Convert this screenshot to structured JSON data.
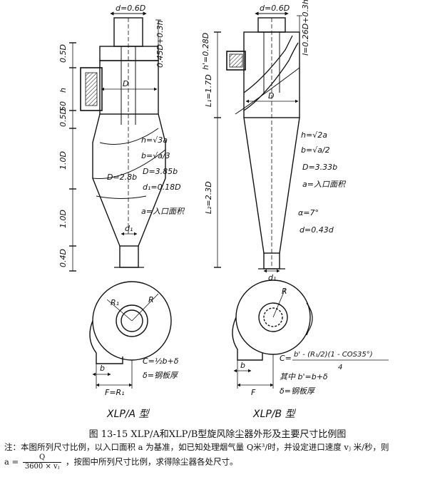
{
  "figure": {
    "caption": "图 13-15  XLP/A和XLP/B型旋风除尘器外形及主要尺寸比例图",
    "note_prefix": "注：本图所列尺寸比例，以入口面积 a 为基准，如已知处理烟气量 Q米³/时，并设定进口速度 vⱼ 米/秒，则",
    "note_eq_lhs": "a =",
    "note_frac_num": "Q",
    "note_frac_den": "3600 × vⱼ",
    "note_suffix": "，按图中所列尺寸比例，求得除尘器各处尺寸。"
  },
  "model_a": {
    "label": "XLP/A 型",
    "top_dim": "d=0.6D",
    "side_dim": "0.45D+0.3h",
    "left_dims": [
      "0.5D",
      "h",
      "0.5D",
      "50",
      "1.0D",
      "1.0D",
      "0.4D"
    ],
    "body_label": "D",
    "inner_label": "D=2.8b",
    "outlet_label": "d₁",
    "formulas": [
      "h=√3a",
      "b=√a/3",
      "D=3.85b",
      "d₁=0.18D",
      "a=入口面积"
    ],
    "plan_labels": [
      "R",
      "R₁",
      "b",
      "F=R₁"
    ],
    "plan_formulas": [
      "C=½b+δ",
      "δ=钢板厚"
    ]
  },
  "model_b": {
    "label": "XLP/B 型",
    "top_dim": "d=0.6D",
    "side_dim": "l=0.26D+0.3h",
    "h_dim": "h'=0.28D",
    "l1_label": "L₁=1.7D",
    "l2_label": "L₂=2.3D",
    "body_label": "D",
    "outlet_label": "d₁",
    "formulas": [
      "h=√2a",
      "b=√a/2",
      "D=3.33b",
      "a=入口面积"
    ],
    "cone_formulas": [
      "α=7°",
      "d=0.43d"
    ],
    "plan_labels": [
      "R",
      "b",
      "F"
    ],
    "plan_formulas": [
      "C=",
      "b' - (R₁/2)(1 - COS35°)",
      "4",
      "其中 b'=b+δ",
      "δ=钢板厚"
    ]
  }
}
